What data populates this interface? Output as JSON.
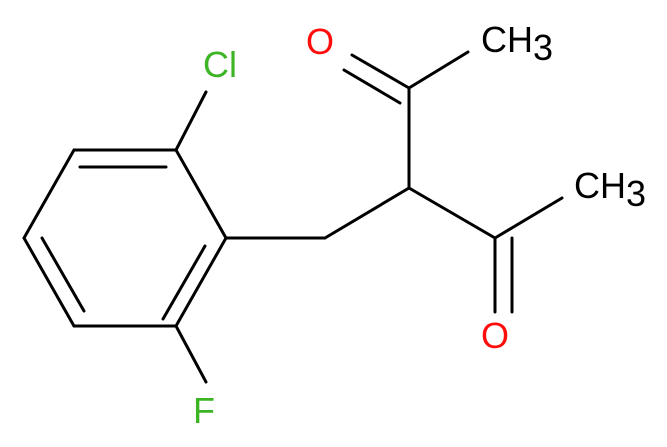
{
  "colors": {
    "bond": "#000000",
    "chlorine": "#3cb423",
    "fluorine": "#3cb423",
    "oxygen": "#ff0d0d",
    "carbon_label": "#000000"
  },
  "atoms": {
    "cl": {
      "element": "Cl"
    },
    "f": {
      "element": "F"
    },
    "o_top": {
      "element": "O"
    },
    "o_bottom": {
      "element": "O"
    },
    "ch3_top": {
      "main": "CH",
      "sub": "3"
    },
    "ch3_right": {
      "main": "CH",
      "sub": "3"
    }
  }
}
